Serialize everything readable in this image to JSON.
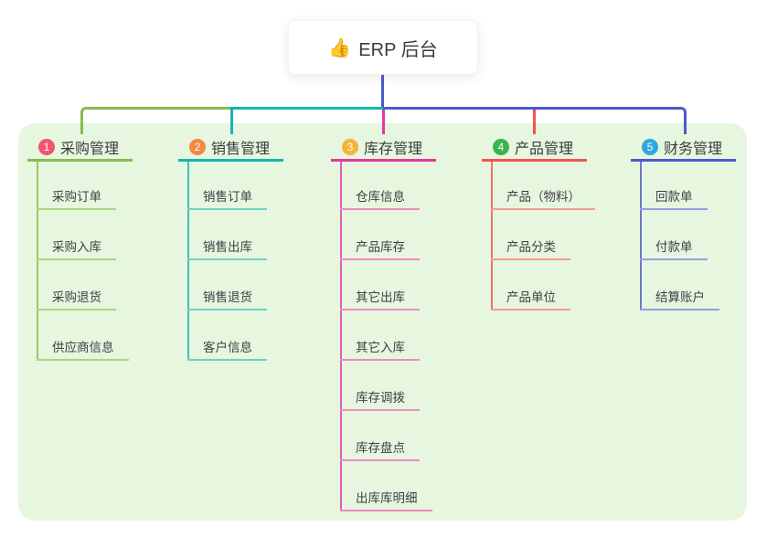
{
  "root": {
    "icon": "thumbs-up-icon",
    "icon_char": "👍",
    "label": "ERP 后台"
  },
  "branches": [
    {
      "index": "1",
      "label": "采购管理",
      "color": "#85bd4b",
      "light_color": "#abd584",
      "badge_color": "#f2566e",
      "children": [
        "采购订单",
        "采购入库",
        "采购退货",
        "供应商信息"
      ]
    },
    {
      "index": "2",
      "label": "销售管理",
      "color": "#12b7ae",
      "light_color": "#72cfc8",
      "badge_color": "#f6893f",
      "children": [
        "销售订单",
        "销售出库",
        "销售退货",
        "客户信息"
      ]
    },
    {
      "index": "3",
      "label": "库存管理",
      "color": "#e23a9d",
      "light_color": "#ef8ac4",
      "badge_color": "#f6b437",
      "children": [
        "仓库信息",
        "产品库存",
        "其它出库",
        "其它入库",
        "库存调拨",
        "库存盘点",
        "出库库明细"
      ]
    },
    {
      "index": "4",
      "label": "产品管理",
      "color": "#f4544e",
      "light_color": "#f89a93",
      "badge_color": "#3bb54a",
      "children": [
        "产品（物料）",
        "产品分类",
        "产品单位"
      ]
    },
    {
      "index": "5",
      "label": "财务管理",
      "color": "#4a5ace",
      "light_color": "#93a0e3",
      "badge_color": "#2ea9dd",
      "children": [
        "回款单",
        "付款单",
        "结算账户"
      ]
    }
  ],
  "colors": {
    "panel_background": "#e6f6df",
    "root_connector": "#4a5ace",
    "canvas_background": "#ffffff",
    "text_dark": "#3b3b41"
  }
}
